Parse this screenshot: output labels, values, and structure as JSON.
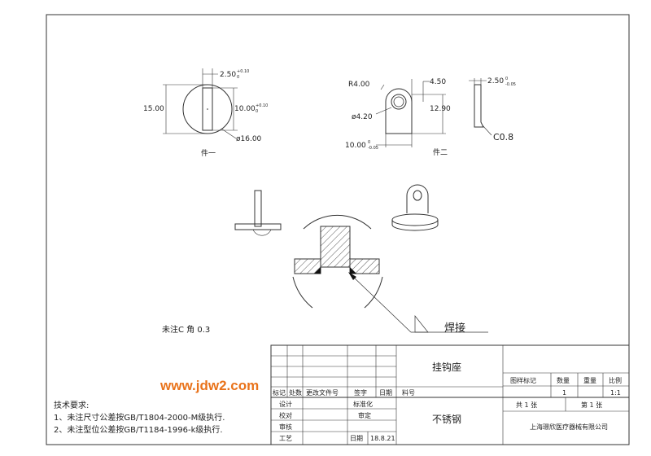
{
  "watermark": "www.jdw2.com",
  "drawing": {
    "part1": {
      "label": "件一",
      "dim_slot_width": "2.50",
      "dim_slot_width_tol_upper": "+0.10",
      "dim_slot_width_tol_lower": "0",
      "dim_height": "15.00",
      "dim_slot_depth": "10.00",
      "dim_slot_depth_tol_upper": "+0.10",
      "dim_slot_depth_tol_lower": "0",
      "dim_diameter": "ø16.00"
    },
    "part2": {
      "label": "件二",
      "dim_radius": "R4.00",
      "dim_offset": "4.50",
      "dim_hole": "ø4.20",
      "dim_height": "12.90",
      "dim_width": "10.00",
      "dim_width_tol_upper": "0",
      "dim_width_tol_lower": "-0.05",
      "dim_thickness": "2.50",
      "dim_thickness_tol_upper": "0",
      "dim_thickness_tol_lower": "-0.05",
      "dim_chamfer": "C0.8"
    },
    "weld_label": "焊接",
    "chamfer_note": "未注C 角 0.3",
    "tech_requirements": {
      "title": "技术要求:",
      "items": [
        "1、未注尺寸公差按GB/T1804-2000-M级执行.",
        "2、未注型位公差按GB/T1184-1996-k级执行."
      ]
    }
  },
  "title_block": {
    "part_name": "挂钩座",
    "material": "不锈钢",
    "company": "上海璟欣医疗器械有限公司",
    "rev_headers": [
      "标记",
      "处数",
      "更改文件号",
      "签字",
      "日期"
    ],
    "part_no_label": "料号",
    "designer_label": "设计",
    "standardize_label": "标准化",
    "check_label": "校对",
    "review_label": "审定",
    "audit_label": "审核",
    "process_label": "工艺",
    "date_label": "日期",
    "date_value": "18.8.21",
    "header_labels": [
      "图样标记",
      "数量",
      "重量",
      "比例"
    ],
    "quantity": "1",
    "scale": "1:1",
    "sheets_total": "共 1 张",
    "sheet_no": "第 1 张"
  }
}
